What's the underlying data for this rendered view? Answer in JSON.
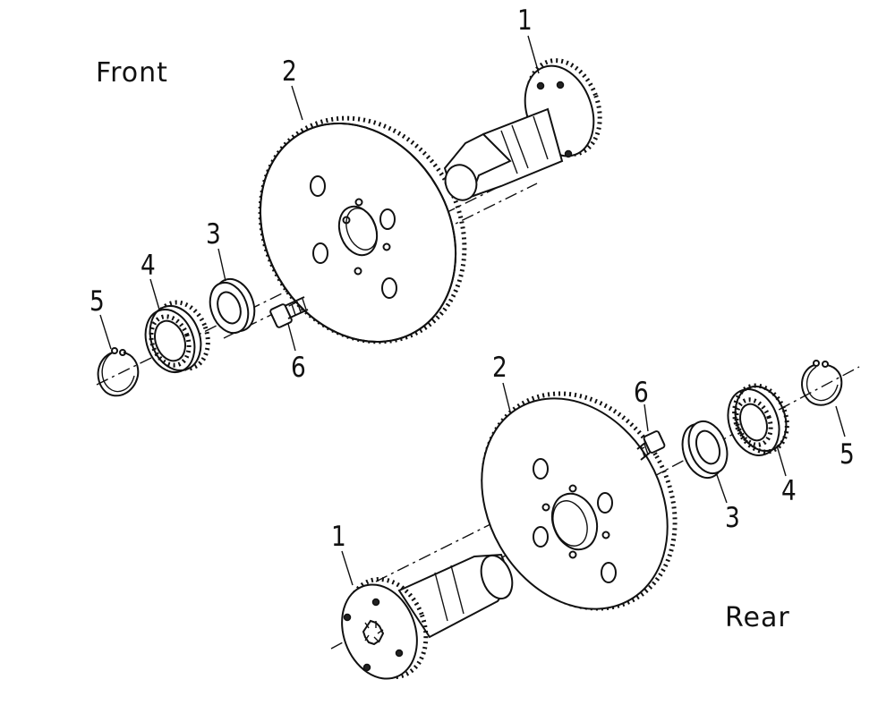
{
  "labels": {
    "front": "Front",
    "rear": "Rear"
  },
  "front_callouts": {
    "shaft": "1",
    "disc": "2",
    "seal": "3",
    "bearing": "4",
    "circlip": "5",
    "bolt": "6"
  },
  "rear_callouts": {
    "shaft": "1",
    "disc": "2",
    "seal": "3",
    "bearing": "4",
    "circlip": "5",
    "bolt": "6"
  }
}
